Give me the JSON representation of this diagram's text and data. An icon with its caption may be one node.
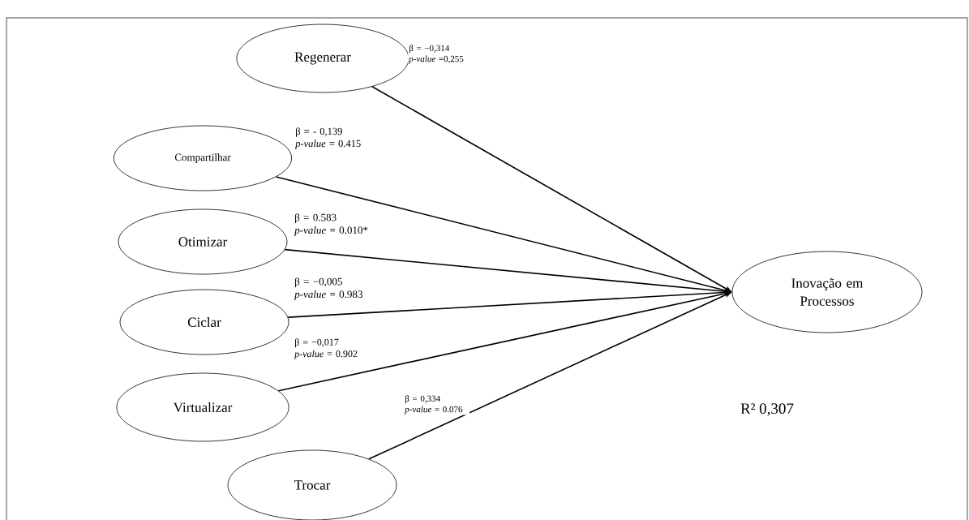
{
  "diagram": {
    "nodes": [
      {
        "text": [
          "Regenerar"
        ]
      },
      {
        "text": [
          "Compartilhar"
        ]
      },
      {
        "text": [
          "Otimizar"
        ]
      },
      {
        "text": [
          "Ciclar"
        ]
      },
      {
        "text": [
          "Virtualizar"
        ]
      },
      {
        "text": [
          "Trocar"
        ]
      },
      {
        "text": [
          "Inovação em Processos"
        ]
      }
    ],
    "edges": [
      {
        "from": 0,
        "to": 6,
        "arrow": "to",
        "label": "β = −0,314 *p-value* =0,255"
      },
      {
        "from": 1,
        "to": 6,
        "arrow": "to",
        "label": "β = - 0,139 *p-value* =  0.415"
      },
      {
        "from": 2,
        "to": 6,
        "arrow": "to",
        "label": "β = 0.583 *p-value* = 0.010*"
      },
      {
        "from": 3,
        "to": 6,
        "arrow": "to",
        "label": "β = −0,005 *p-value* = 0.983"
      },
      {
        "from": 4,
        "to": 6,
        "arrow": "to",
        "label": "β = −0,017 *p-value* = 0.902"
      },
      {
        "from": 5,
        "to": 6,
        "arrow": "to",
        "label": "β = 0,334 *p-value* = 0.076"
      }
    ],
    "labels": [
      "R² 0,307"
    ]
  }
}
